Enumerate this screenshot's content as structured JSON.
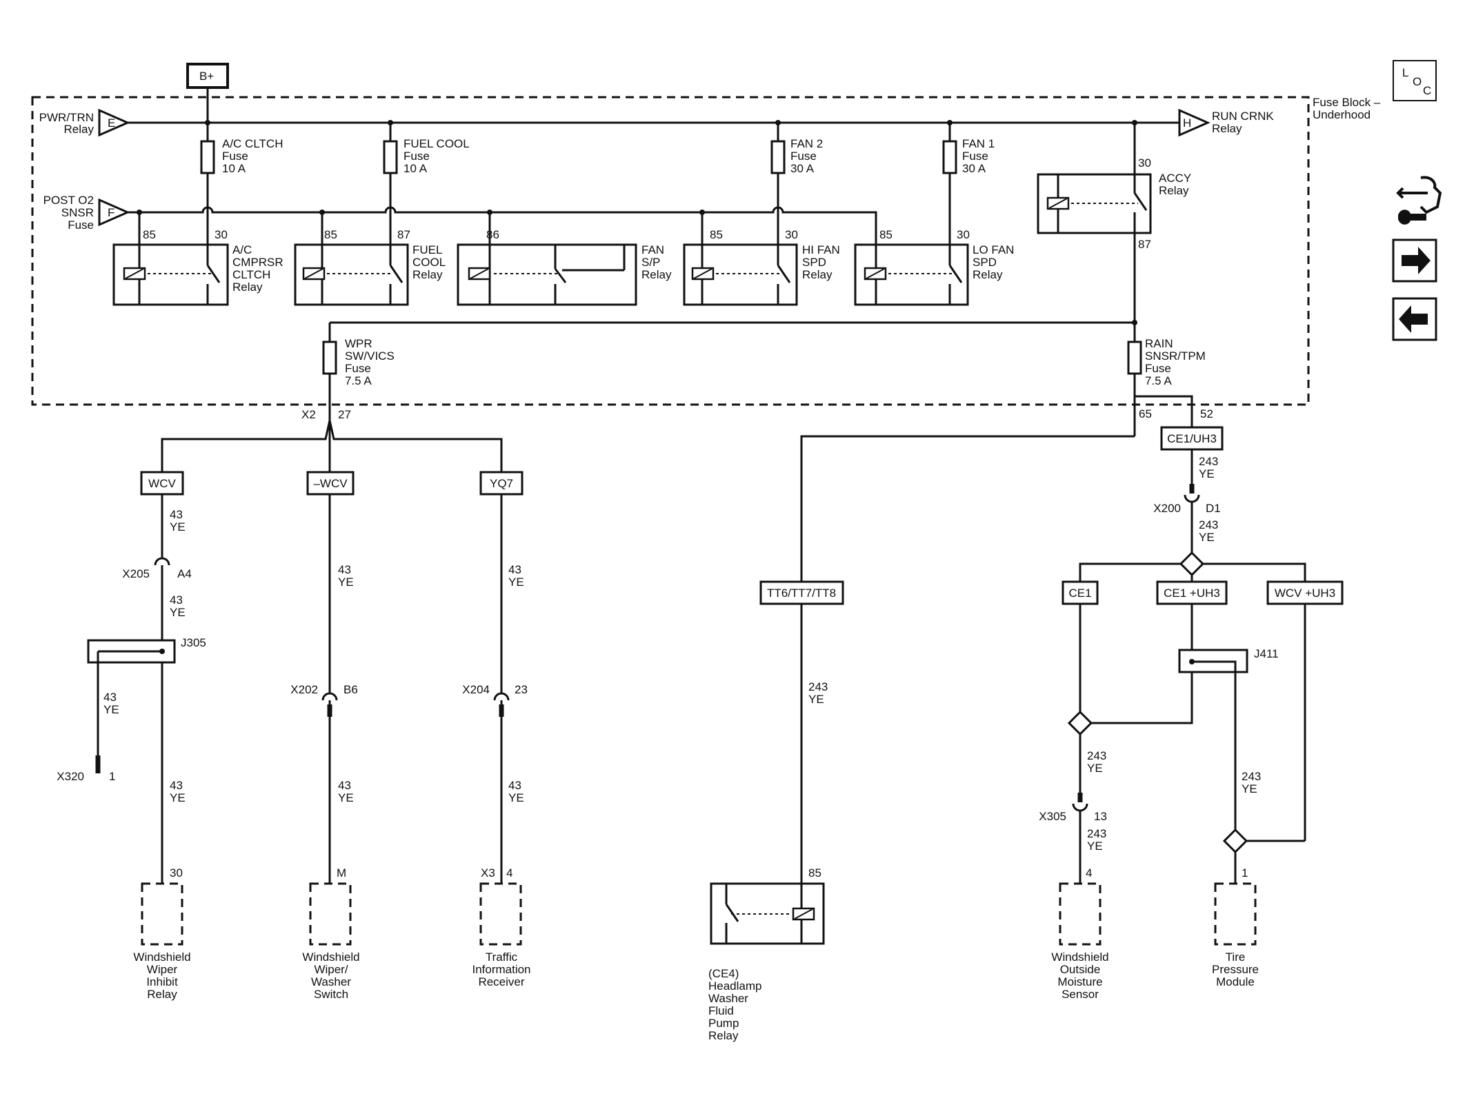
{
  "header": {
    "battery_label": "B+",
    "loc_l": "L",
    "loc_o": "O",
    "loc_c": "C"
  },
  "fuse_block": {
    "label_line1": "Fuse Block –",
    "label_line2": "Underhood"
  },
  "nav": {
    "back_label": "←",
    "forward_label": "→",
    "tools_icon": "wrench-screwdriver-icon"
  },
  "inputs": {
    "pwr_trn": {
      "line1": "PWR/TRN",
      "line2": "Relay",
      "pin": "E"
    },
    "post_o2": {
      "line1": "POST O2",
      "line2": "SNSR",
      "line3": "Fuse",
      "pin": "F"
    },
    "run_crnk": {
      "line1": "RUN CRNK",
      "line2": "Relay",
      "pin": "H"
    }
  },
  "fuses": {
    "ac": {
      "line1": "A/C CLTCH",
      "line2": "Fuse",
      "line3": "10 A"
    },
    "fuel": {
      "line1": "FUEL COOL",
      "line2": "Fuse",
      "line3": "10 A"
    },
    "fan2": {
      "line1": "FAN 2",
      "line2": "Fuse",
      "line3": "30 A"
    },
    "fan1": {
      "line1": "FAN 1",
      "line2": "Fuse",
      "line3": "30 A"
    },
    "wpr": {
      "line1": "WPR",
      "line2": "SW/VICS",
      "line3": "Fuse",
      "line4": "7.5 A"
    },
    "rain": {
      "line1": "RAIN",
      "line2": "SNSR/TPM",
      "line3": "Fuse",
      "line4": "7.5 A"
    }
  },
  "relays": {
    "ac": {
      "line1": "A/C",
      "line2": "CMPRSR",
      "line3": "CLTCH",
      "line4": "Relay",
      "pin_a": "85",
      "pin_b": "30"
    },
    "fuel": {
      "line1": "FUEL",
      "line2": "COOL",
      "line3": "Relay",
      "pin_a": "85",
      "pin_b": "87"
    },
    "fansp": {
      "line1": "FAN",
      "line2": "S/P",
      "line3": "Relay",
      "pin_a": "86"
    },
    "hifan": {
      "line1": "HI FAN",
      "line2": "SPD",
      "line3": "Relay",
      "pin_a": "85",
      "pin_b": "30"
    },
    "lofan": {
      "line1": "LO FAN",
      "line2": "SPD",
      "line3": "Relay",
      "pin_a": "85",
      "pin_b": "30"
    },
    "accy": {
      "line1": "ACCY",
      "line2": "Relay",
      "pin_top": "30",
      "pin_bottom": "87"
    }
  },
  "pins": {
    "x2": "X2",
    "p27": "27",
    "p65": "65",
    "p52": "52"
  },
  "tags": {
    "wcv": "WCV",
    "nwcv": "–WCV",
    "yq7": "YQ7",
    "tt": "TT6/TT7/TT8",
    "ce1uh3": "CE1/UH3",
    "ce1": "CE1",
    "ce1puh3": "CE1 +UH3",
    "wcvuh3": "WCV +UH3"
  },
  "wires": {
    "w43": "43",
    "w243": "243",
    "ye": "YE"
  },
  "connectors": {
    "x205": {
      "name": "X205",
      "pin": "A4"
    },
    "x202": {
      "name": "X202",
      "pin": "B6"
    },
    "x204": {
      "name": "X204",
      "pin": "23"
    },
    "x200": {
      "name": "X200",
      "pin": "D1"
    },
    "x305": {
      "name": "X305",
      "pin": "13"
    },
    "x320": {
      "name": "X320",
      "pin": "1"
    },
    "j305": "J305",
    "j411": "J411"
  },
  "loads": {
    "wiper_inhibit": {
      "pin": "30",
      "lines": [
        "Windshield",
        "Wiper",
        "Inhibit",
        "Relay"
      ]
    },
    "wiper_switch": {
      "pin": "M",
      "lines": [
        "Windshield",
        "Wiper/",
        "Washer",
        "Switch"
      ]
    },
    "traffic": {
      "conn": "X3",
      "pin": "4",
      "lines": [
        "Traffic",
        "Information",
        "Receiver"
      ]
    },
    "headlamp": {
      "pin": "85",
      "lines": [
        "(CE4)",
        "Headlamp",
        "Washer",
        "Fluid",
        "Pump",
        "Relay"
      ]
    },
    "moisture": {
      "pin": "4",
      "lines": [
        "Windshield",
        "Outside",
        "Moisture",
        "Sensor"
      ]
    },
    "tire": {
      "pin": "1",
      "lines": [
        "Tire",
        "Pressure",
        "Module"
      ]
    }
  }
}
